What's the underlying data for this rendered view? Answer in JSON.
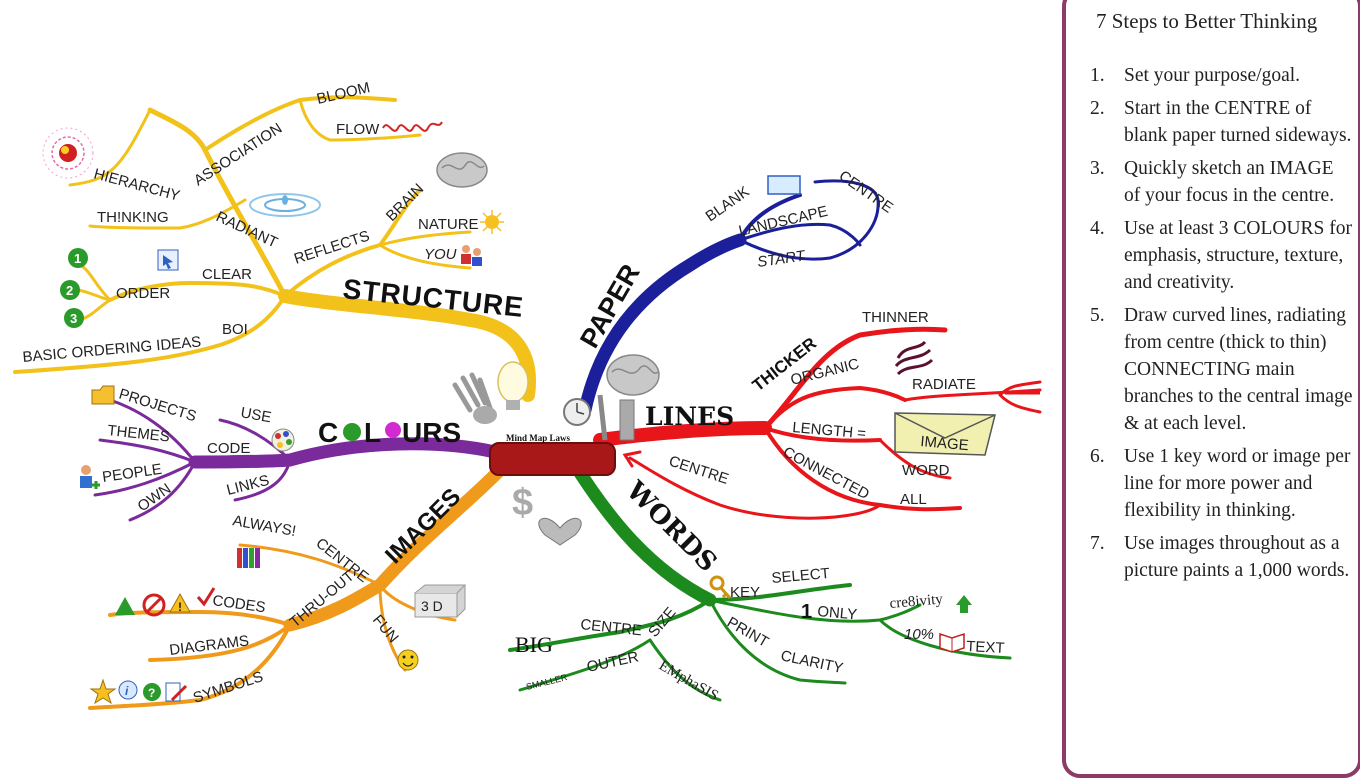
{
  "panel": {
    "title": "7 Steps to Better Thinking",
    "steps": [
      {
        "num": "1.",
        "text": "Set your purpose/goal."
      },
      {
        "num": "2.",
        "text": "Start in the CENTRE of blank paper turned sideways."
      },
      {
        "num": "3.",
        "text": "Quickly sketch an IMAGE of your focus in the centre."
      },
      {
        "num": "4.",
        "text": "Use at least 3 COLOURS for emphasis, structure, texture, and creativity."
      },
      {
        "num": "5.",
        "text": "Draw curved lines, radiating from centre (thick to thin) CONNECTING main branches to the central image & at each level."
      },
      {
        "num": "6.",
        "text": "Use 1 key word or image per line for more power and flexibility in thinking."
      },
      {
        "num": "7.",
        "text": "Use images throughout as a picture paints a 1,000 words."
      }
    ]
  },
  "mindmap": {
    "center": "Mind Map Laws",
    "colors": {
      "structure": "#f2c21a",
      "paper": "#1c1f9a",
      "lines": "#e8161a",
      "words": "#1c8a1c",
      "images": "#f09a1c",
      "colours": "#7a2a9a",
      "panel_border": "#8c3a68"
    },
    "branches": {
      "structure": {
        "title": "STRUCTURE",
        "labels": [
          "BLOOM",
          "FLOW",
          "ASSOCIATION",
          "HIERARCHY",
          "TH!NK!NG",
          "RADIANT",
          "BRAIN",
          "REFLECTS",
          "NATURE",
          "YOU",
          "CLEAR",
          "ORDER",
          "BOI",
          "BASIC ORDERING IDEAS"
        ]
      },
      "paper": {
        "title": "PAPER",
        "labels": [
          "BLANK",
          "CENTRE",
          "LANDSCAPE",
          "START"
        ]
      },
      "lines": {
        "title": "LINES",
        "labels": [
          "THICKER",
          "THINNER",
          "ORGANIC",
          "RADIATE",
          "LENGTH =",
          "IMAGE",
          "WORD",
          "CONNECTED",
          "ALL",
          "CENTRE"
        ]
      },
      "words": {
        "title": "WORDS",
        "labels": [
          "KEY",
          "SELECT",
          "1",
          "ONLY",
          "cre8ivity",
          "10%",
          "TEXT",
          "PRINT",
          "CLARITY",
          "SIZE",
          "CENTRE",
          "BIG",
          "OUTER",
          "SMALLER",
          "EMphaSIS"
        ]
      },
      "images": {
        "title": "IMAGES",
        "labels": [
          "ALWAYS!",
          "CENTRE",
          "THRU-OUT",
          "3 D",
          "FUN",
          "CODES",
          "DIAGRAMS",
          "SYMBOLS"
        ]
      },
      "colours": {
        "title_parts": [
          "C",
          "L",
          "URS"
        ],
        "labels": [
          "PROJECTS",
          "THEMES",
          "CODE",
          "USE",
          "PEOPLE",
          "OWN",
          "LINKS"
        ]
      }
    },
    "icons": [
      "firework-icon",
      "ripple-icon",
      "brain-icon",
      "sun-icon",
      "people-icon",
      "number-1-icon",
      "number-2-icon",
      "number-3-icon",
      "cursor-icon",
      "document-icon",
      "lightbulb-icon",
      "hand-icon",
      "stopwatch-icon",
      "dollar-icon",
      "heart-icon",
      "folder-icon",
      "palette-icon",
      "user-add-icon",
      "markers-icon",
      "triangle-icon",
      "no-icon",
      "warning-icon",
      "checkmark-icon",
      "star-icon",
      "info-icon",
      "help-icon",
      "pen-icon",
      "smiley-icon",
      "key-icon",
      "up-arrow-icon",
      "book-icon",
      "envelope-icon",
      "trident-icon",
      "wave-icon",
      "spiral-icon"
    ]
  }
}
